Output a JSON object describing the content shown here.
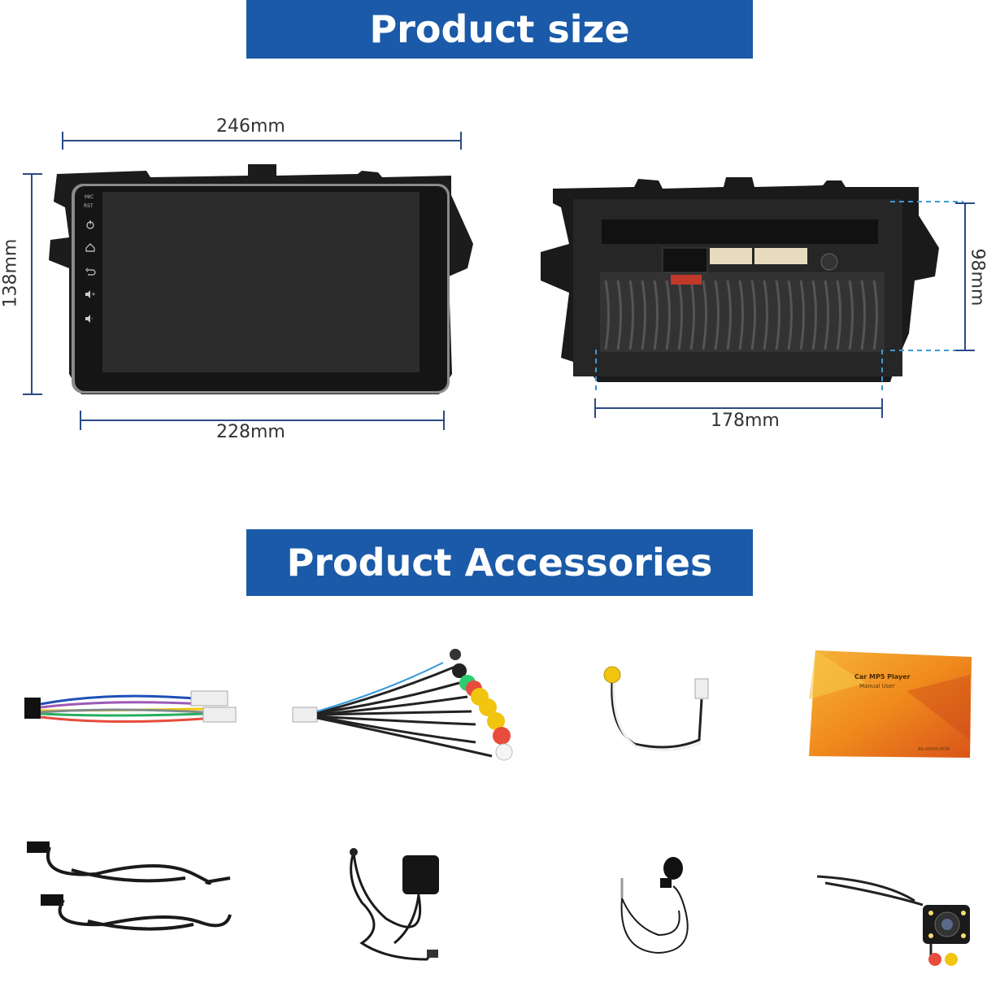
{
  "sections": {
    "size_title": "Product size",
    "accessories_title": "Product Accessories"
  },
  "dimensions": {
    "front_width_top": "246mm",
    "front_width_bottom": "228mm",
    "front_height": "138mm",
    "back_width": "178mm",
    "back_height": "98mm"
  },
  "front_panel": {
    "mic_label": "MIC",
    "rst_label": "RST"
  },
  "manual": {
    "title": "Car MP5 Player",
    "subtitle": "Manual User",
    "code": "AG-00000-0STA"
  },
  "accessories": [
    {
      "name": "power-wiring-harness"
    },
    {
      "name": "rca-av-cable"
    },
    {
      "name": "camera-adapter-cable"
    },
    {
      "name": "user-manual"
    },
    {
      "name": "usb-cables"
    },
    {
      "name": "gps-antenna"
    },
    {
      "name": "external-microphone"
    },
    {
      "name": "rear-view-camera"
    }
  ],
  "colors": {
    "banner": "#1a5aa8",
    "dimension_line": "#2b4a86",
    "manual_orange": "#f08a1c"
  }
}
